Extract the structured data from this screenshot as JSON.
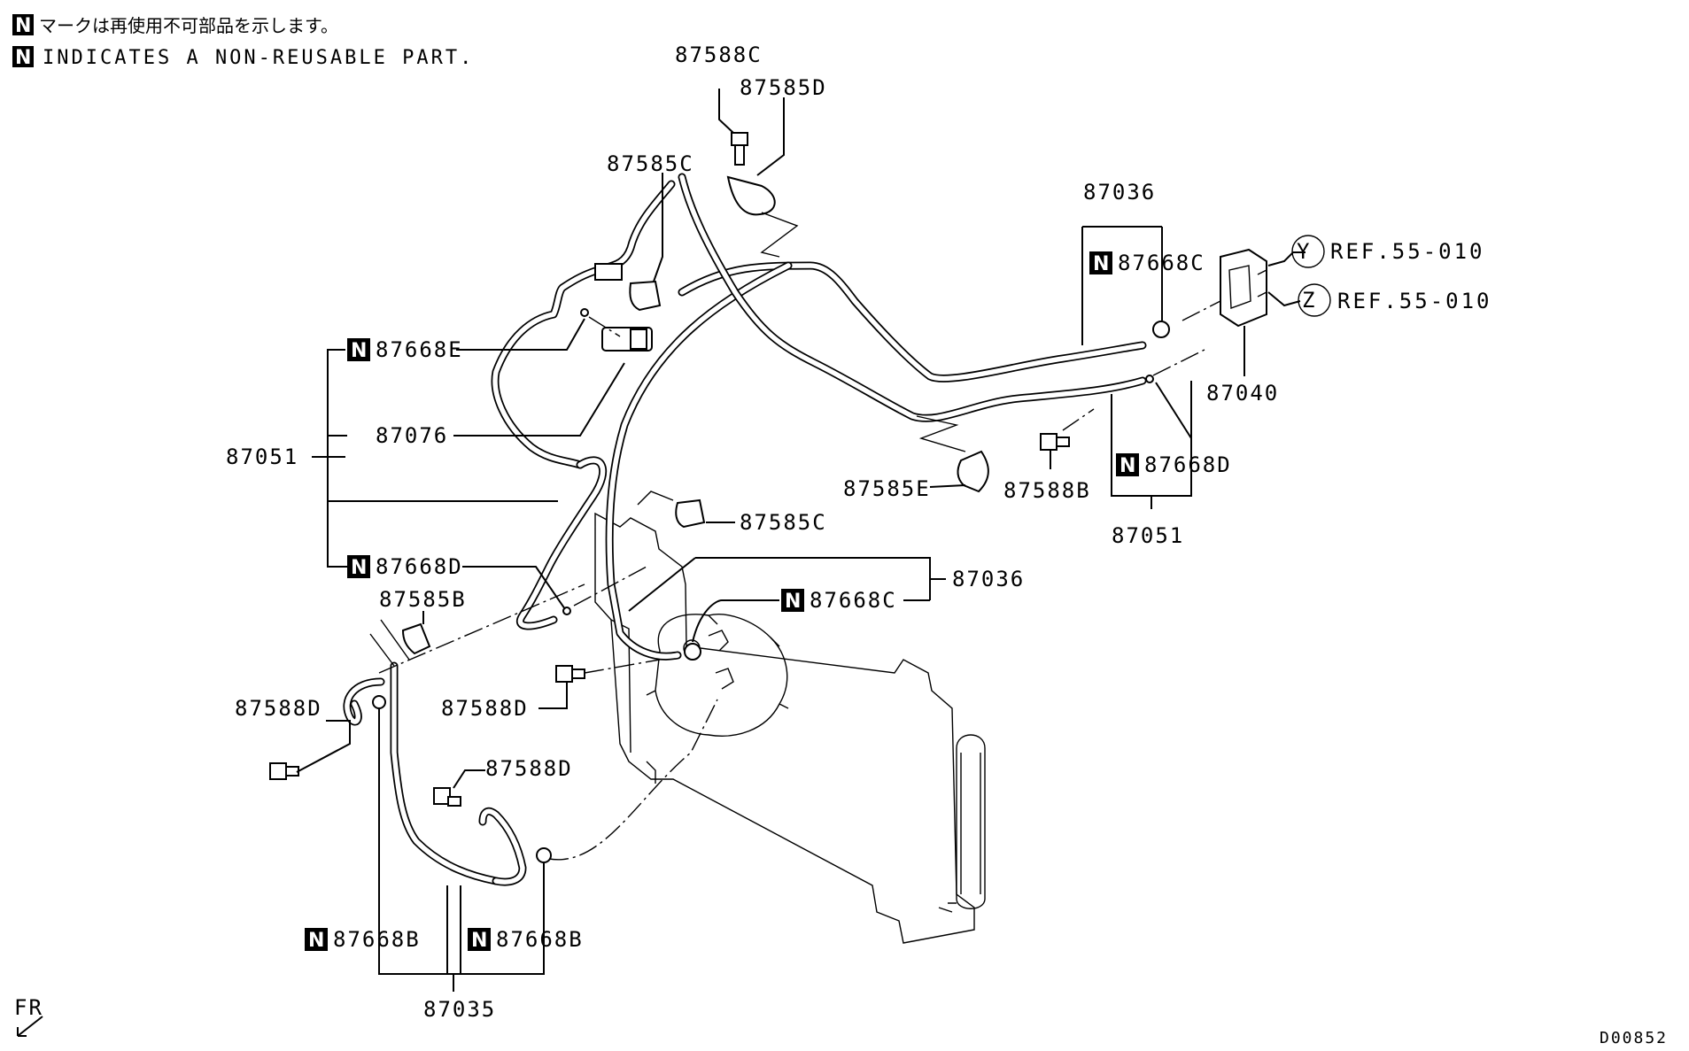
{
  "notes": {
    "badge": "N",
    "japanese": "マークは再使用不可部品を示します。",
    "english": "INDICATES A NON-REUSABLE PART."
  },
  "labels": {
    "p87588C_top": "87588C",
    "p87585D_top": "87585D",
    "p87585C_top": "87585C",
    "p87036_right": "87036",
    "p87668C_right": "87668C",
    "refY": "REF.55-010",
    "refZ": "REF.55-010",
    "refY_letter": "Y",
    "refZ_letter": "Z",
    "p87040": "87040",
    "p87668E": "87668E",
    "p87076": "87076",
    "p87051_left": "87051",
    "p87668D_right": "87668D",
    "p87585E": "87585E",
    "p87588B": "87588B",
    "p87051_right": "87051",
    "p87585C_mid": "87585C",
    "p87668D_left": "87668D",
    "p87036_mid": "87036",
    "p87668C_mid": "87668C",
    "p87585B": "87585B",
    "p87588D_left": "87588D",
    "p87588D_mid": "87588D",
    "p87588D_low": "87588D",
    "p87668B_left": "87668B",
    "p87668B_right": "87668B",
    "p87035": "87035",
    "fr": "FR",
    "diagram_code": "D00852"
  }
}
